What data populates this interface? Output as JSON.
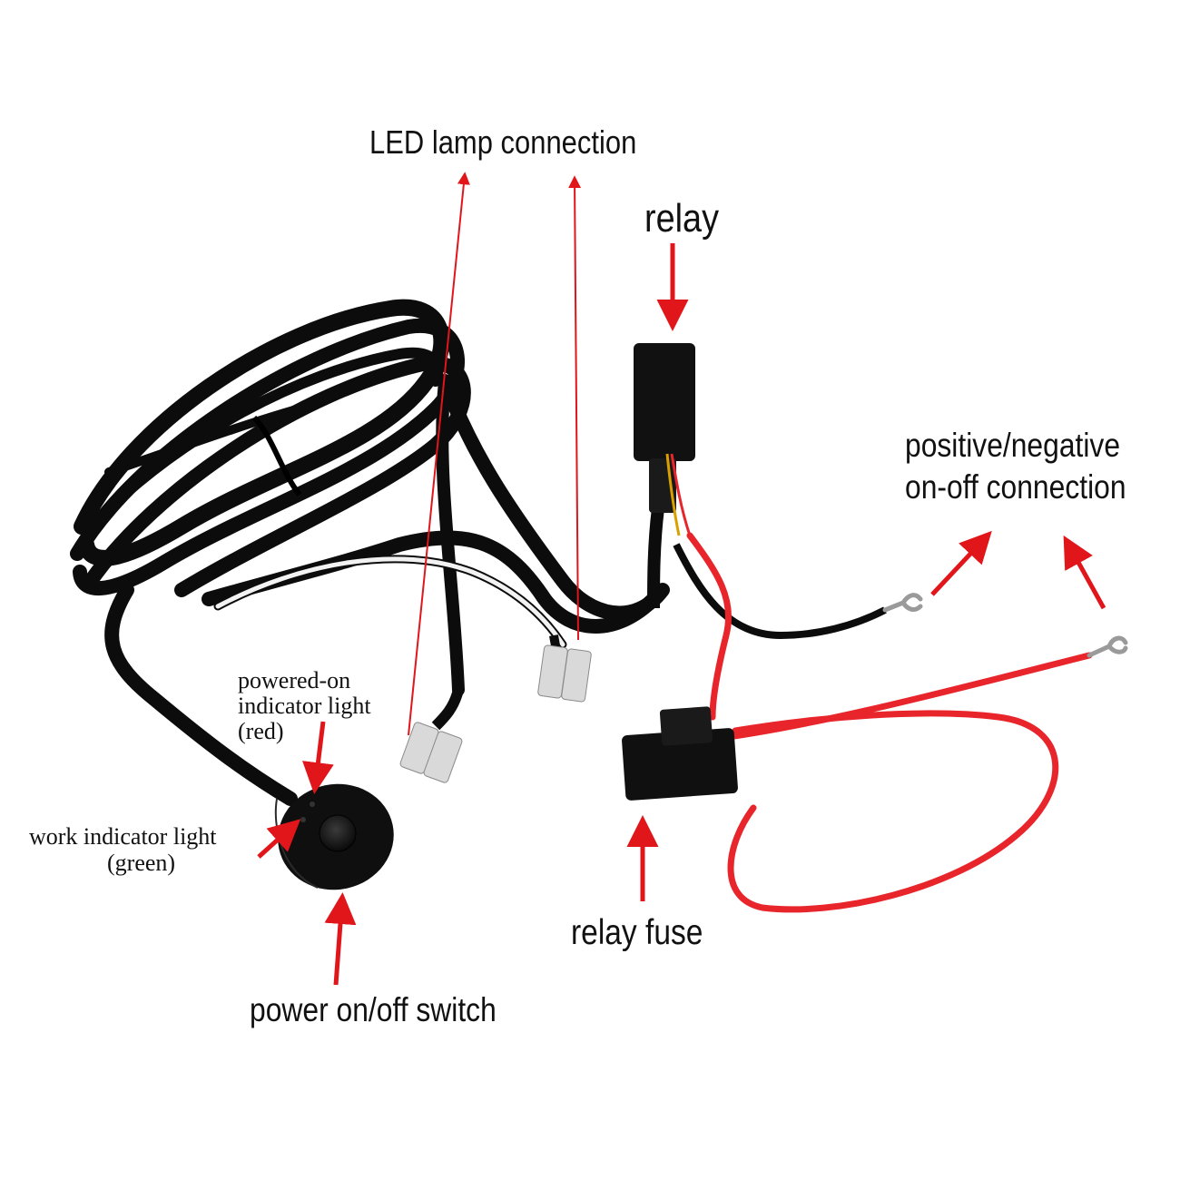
{
  "labels": {
    "led_lamp": "LED lamp connection",
    "relay": "relay",
    "pos_neg_line1": "positive/negative",
    "pos_neg_line2": "on-off connection",
    "powered_on_line1": "powered-on",
    "powered_on_line2": "indicator light",
    "powered_on_line3": "(red)",
    "work_line1": "work indicator light",
    "work_line2": "(green)",
    "relay_fuse": "relay fuse",
    "power_switch": "power on/off switch"
  },
  "colors": {
    "arrow": "#e0161b",
    "cable": "#0c0c0c",
    "red_wire": "#e8252b",
    "white_wire": "#f2f2f2",
    "terminal": "#d9d9d9"
  }
}
